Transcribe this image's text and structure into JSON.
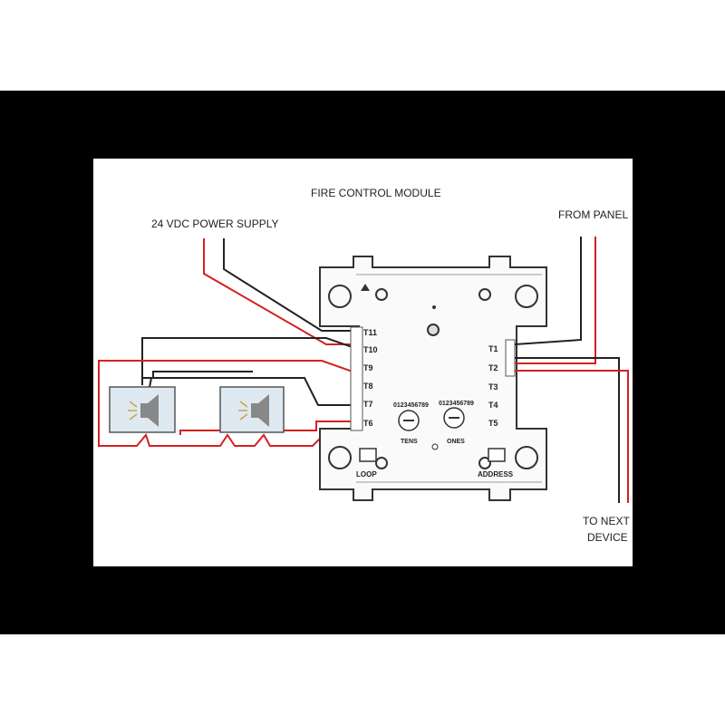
{
  "diagram": {
    "title": "FIRE CONTROL MODULE",
    "power_label": "24 VDC POWER SUPPLY",
    "panel_label": "FROM PANEL",
    "next_label_line1": "TO NEXT",
    "next_label_line2": "DEVICE",
    "left_terminals": [
      "T11",
      "T10",
      "T9",
      "T8",
      "T7",
      "T6"
    ],
    "right_terminals": [
      "T1",
      "T2",
      "T3",
      "T4",
      "T5"
    ],
    "rotary_labels": [
      "TENS",
      "ONES"
    ],
    "dial_digits": "0123456789",
    "loop_label": "LOOP",
    "address_label": "ADDRESS",
    "colors": {
      "red_wire": "#d42020",
      "black_wire": "#222222",
      "module_outline": "#333333",
      "speaker_fill": "#dfe9f1"
    }
  }
}
